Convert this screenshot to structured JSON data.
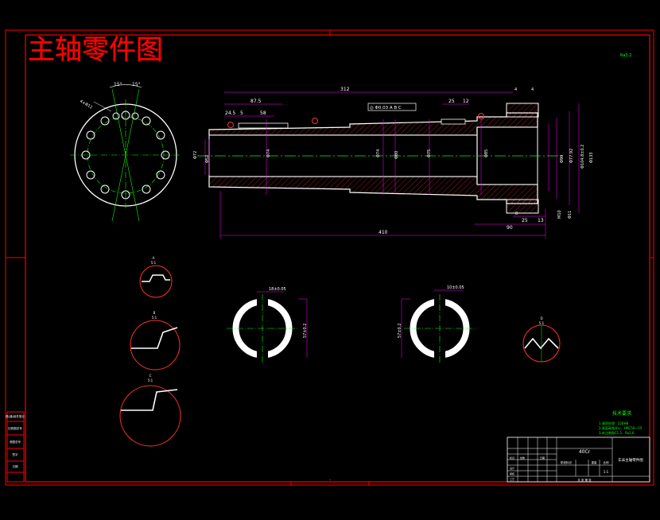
{
  "drawing": {
    "title": "主轴零件图",
    "material": "40Cr",
    "title_block_name": "车床主轴零件图",
    "corner_mark": "Ra3.2"
  },
  "dims": {
    "len_312": "312",
    "len_87_5": "87.5",
    "len_24_5": "24.5",
    "len_5": "5",
    "len_58": "58",
    "len_25a": "25",
    "len_12": "12",
    "len_4a": "4",
    "len_4b": "4",
    "len_410": "410",
    "len_90": "90",
    "len_25b": "25",
    "len_13": "13",
    "len_8": "8",
    "tol_frame": "◎ Φ0.03 A B C",
    "d_72": "Φ72",
    "d_52": "Φ52",
    "d_74a": "Φ74",
    "d_74b": "Φ74",
    "d_80": "Φ80",
    "d_75": "Φ75",
    "d_85": "Φ85",
    "d_77": "Φ77.92",
    "d_90": "Φ90",
    "d_104": "Φ104.8±0.2",
    "d_133": "Φ133",
    "m10": "M10",
    "d_11": "Φ11",
    "ang_15a": "15°",
    "ang_15b": "15°",
    "hole_label": "4×Φ11",
    "sec_a1": "A",
    "sec_a2": "5:1",
    "sec_b1": "B",
    "sec_b2": "5:1",
    "sec_c1": "C",
    "sec_c2": "5:1",
    "sec_d1": "D",
    "sec_d2": "5:1",
    "key1_w": "18±0.05",
    "key1_d": "57±0.2",
    "key2_w": "10±0.05",
    "key2_d": "57±0.2"
  },
  "notes": {
    "heading": "技术要求",
    "line1": "1.调质处理：220HB",
    "line2": "2.表面高频淬火，HRC50～55",
    "line3": "3.未注倒角C1.5，Ra1.6"
  },
  "title_block": {
    "left": [
      "标记",
      "处数",
      "设计",
      "审核",
      "工艺",
      "日期"
    ],
    "stage": "阶段标记",
    "weight": "重量",
    "scale": "比例",
    "scale_val": "1:1",
    "sheet": "共 张 第 张"
  },
  "side_stamp": [
    "借(通)用件登记",
    "旧底图总号",
    "底图总号",
    "签字",
    "日期"
  ],
  "colors": {
    "frame": "#ff0000",
    "outline": "#ffffff",
    "center": "#00ff00",
    "dim": "#ff00ff",
    "text_dim": "#ffffff",
    "title": "#ff0000",
    "notes": "#00ff00"
  }
}
